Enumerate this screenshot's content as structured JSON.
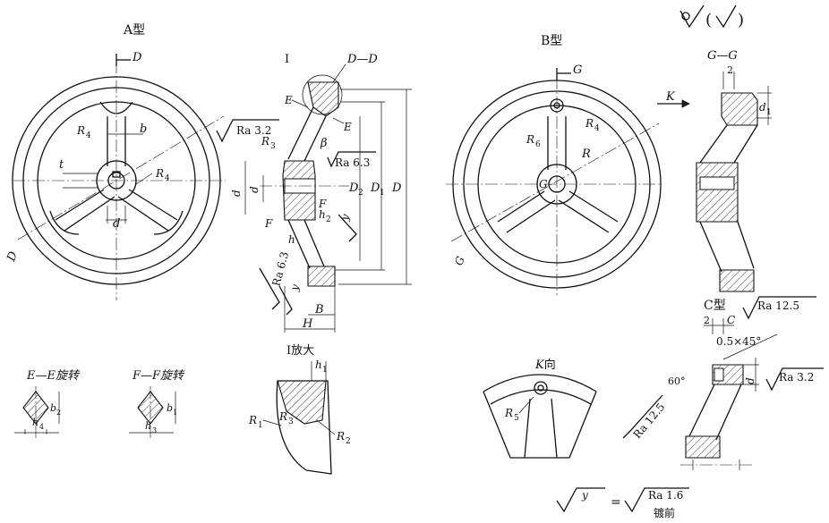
{
  "titles": {
    "type_a": "A型",
    "type_b": "B型",
    "type_c": "C型",
    "detail_i": "I放大",
    "view_k": "K向",
    "section_dd": "D—D",
    "section_gg": "G—G",
    "section_ee": "E—E旋转",
    "section_ff": "F—F旋转"
  },
  "labels": {
    "D": "D",
    "D1": "D",
    "D1_sub": "1",
    "D2": "D",
    "D2_sub": "2",
    "d": "d",
    "d2": "d",
    "d2_sub": "2",
    "d3": "d",
    "d3_sub": "3",
    "d1": "d",
    "d1_sub": "1",
    "d4": "d",
    "d4_sub": "4",
    "b": "b",
    "b1": "b",
    "b1_sub": "1",
    "b2": "b",
    "b2_sub": "2",
    "h": "h",
    "h1": "h",
    "h1_sub": "1",
    "h2": "h",
    "h2_sub": "2",
    "h3": "h",
    "h3_sub": "3",
    "h4": "h",
    "h4_sub": "4",
    "t": "t",
    "R": "R",
    "R1": "R",
    "R1_sub": "1",
    "R2": "R",
    "R2_sub": "2",
    "R3": "R",
    "R3_sub": "3",
    "R4": "R",
    "R4_sub": "4",
    "R5": "R",
    "R5_sub": "5",
    "R6": "R",
    "R6_sub": "6",
    "E": "E",
    "F": "F",
    "G": "G",
    "K": "K",
    "I": "I",
    "H": "H",
    "B": "B",
    "C": "C",
    "beta": "β",
    "two": "2",
    "chamfer": "0.5×45°",
    "angle60": "60°",
    "y": "y"
  },
  "roughness": {
    "ra32": "Ra 3.2",
    "ra63": "Ra 6.3",
    "ra125": "Ra 12.5",
    "ra16": "Ra 1.6",
    "plating": "镀前",
    "equals": "="
  }
}
